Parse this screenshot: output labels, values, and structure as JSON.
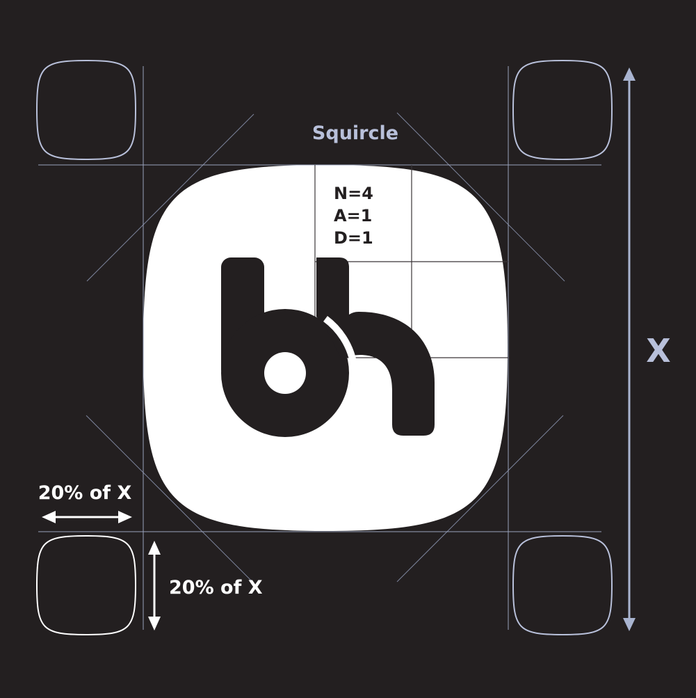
{
  "title": "Squircle",
  "params": {
    "n": "N=4",
    "a": "A=1",
    "d": "D=1"
  },
  "dimension_label": "X",
  "horizontal_measure_label": "20% of X",
  "vertical_measure_label": "20% of X",
  "colors": {
    "background": "#231f20",
    "guide": "#a9b4d0",
    "label": "#b8c0da",
    "icon_fill": "#ffffff",
    "logo": "#231f20",
    "white": "#ffffff"
  },
  "logo": {
    "letters": "bh",
    "icon": "bh-logo-icon"
  }
}
